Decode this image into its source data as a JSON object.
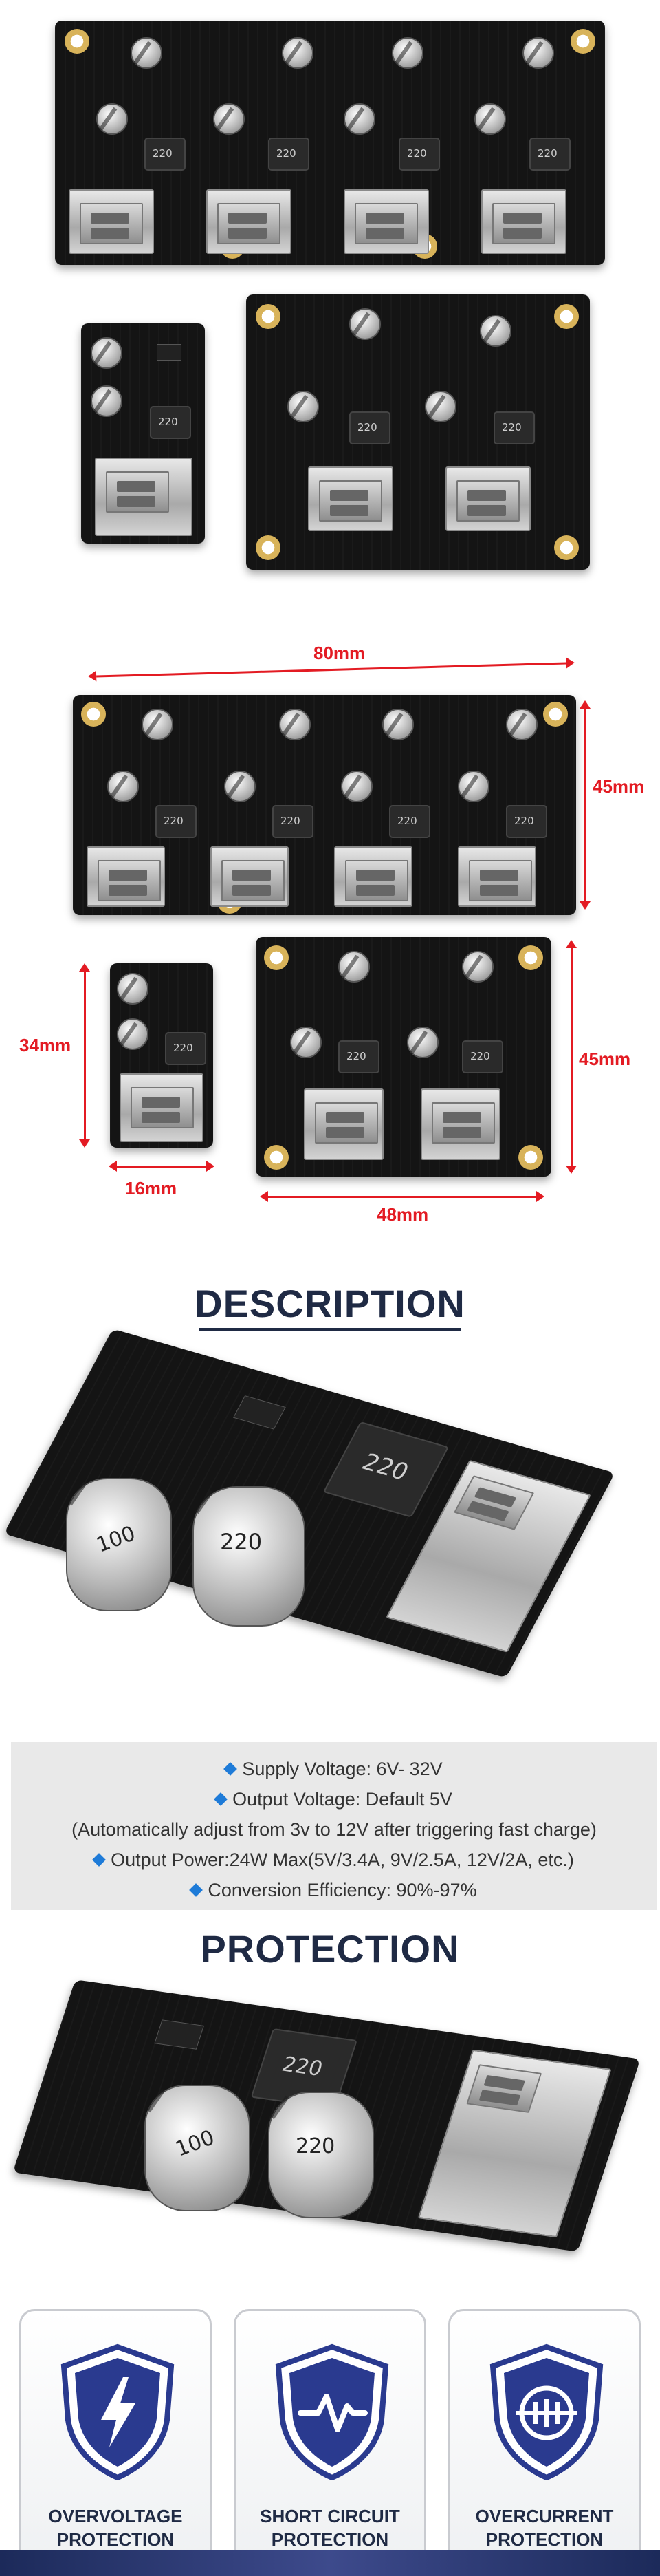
{
  "dimensions": {
    "width_4port": "80mm",
    "height_4port": "45mm",
    "height_small": "34mm",
    "width_small": "16mm",
    "height_2port": "45mm",
    "width_2port": "48mm"
  },
  "board_silk": {
    "inductor_code": "220",
    "cap_small": "100",
    "cap_large": "220"
  },
  "sections": {
    "description_title": "DESCRIPTION",
    "protection_title": "PROTECTION"
  },
  "specs": [
    {
      "text": "Supply Voltage: 6V- 32V",
      "bullet": true
    },
    {
      "text": "Output Voltage: Default 5V",
      "bullet": true
    },
    {
      "text": "(Automatically adjust from 3v to 12V after triggering fast charge)",
      "bullet": false
    },
    {
      "text": "Output Power:24W Max(5V/3.4A, 9V/2.5A, 12V/2A, etc.)",
      "bullet": true
    },
    {
      "text": "Conversion Efficiency: 90%-97%",
      "bullet": true
    }
  ],
  "protection_cards": [
    {
      "line1": "OVERVOLTAGE",
      "line2": "PROTECTION",
      "icon": "lightning-icon"
    },
    {
      "line1": "SHORT CIRCUIT",
      "line2": "PROTECTION",
      "icon": "pulse-icon"
    },
    {
      "line1": "OVERCURRENT",
      "line2": "PROTECTION",
      "icon": "current-icon"
    }
  ],
  "colors": {
    "accent_red": "#e31b23",
    "title_navy": "#1f2a44",
    "bullet_blue": "#1e7bd8",
    "shield_blue": "#2a3a8f"
  }
}
